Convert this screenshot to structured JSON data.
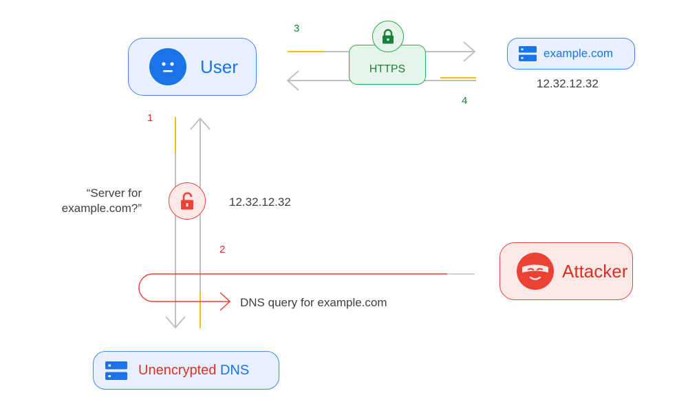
{
  "nodes": {
    "user": {
      "label": "User",
      "icon": "neutral-face-icon"
    },
    "site": {
      "label": "example.com",
      "ip": "12.32.12.32",
      "icon": "server-icon"
    },
    "dns": {
      "label_prefix": "Unencrypted",
      "label_suffix": "DNS",
      "icon": "server-icon"
    },
    "attacker": {
      "label": "Attacker",
      "icon": "masked-bandit-icon"
    }
  },
  "https": {
    "label": "HTTPS",
    "icon": "lock-closed-icon"
  },
  "dns_channel": {
    "question": "“Server for example.com?”",
    "answer_ip": "12.32.12.32",
    "icon": "lock-open-icon"
  },
  "attack": {
    "label": "DNS query for example.com"
  },
  "steps": {
    "step1": "1",
    "step2": "2",
    "step3": "3",
    "step4": "4"
  },
  "colors": {
    "blue": "#1a73e8",
    "green": "#34a853",
    "red": "#ea4335",
    "yellow": "#fbbc04",
    "gray": "#bdc1c6"
  }
}
